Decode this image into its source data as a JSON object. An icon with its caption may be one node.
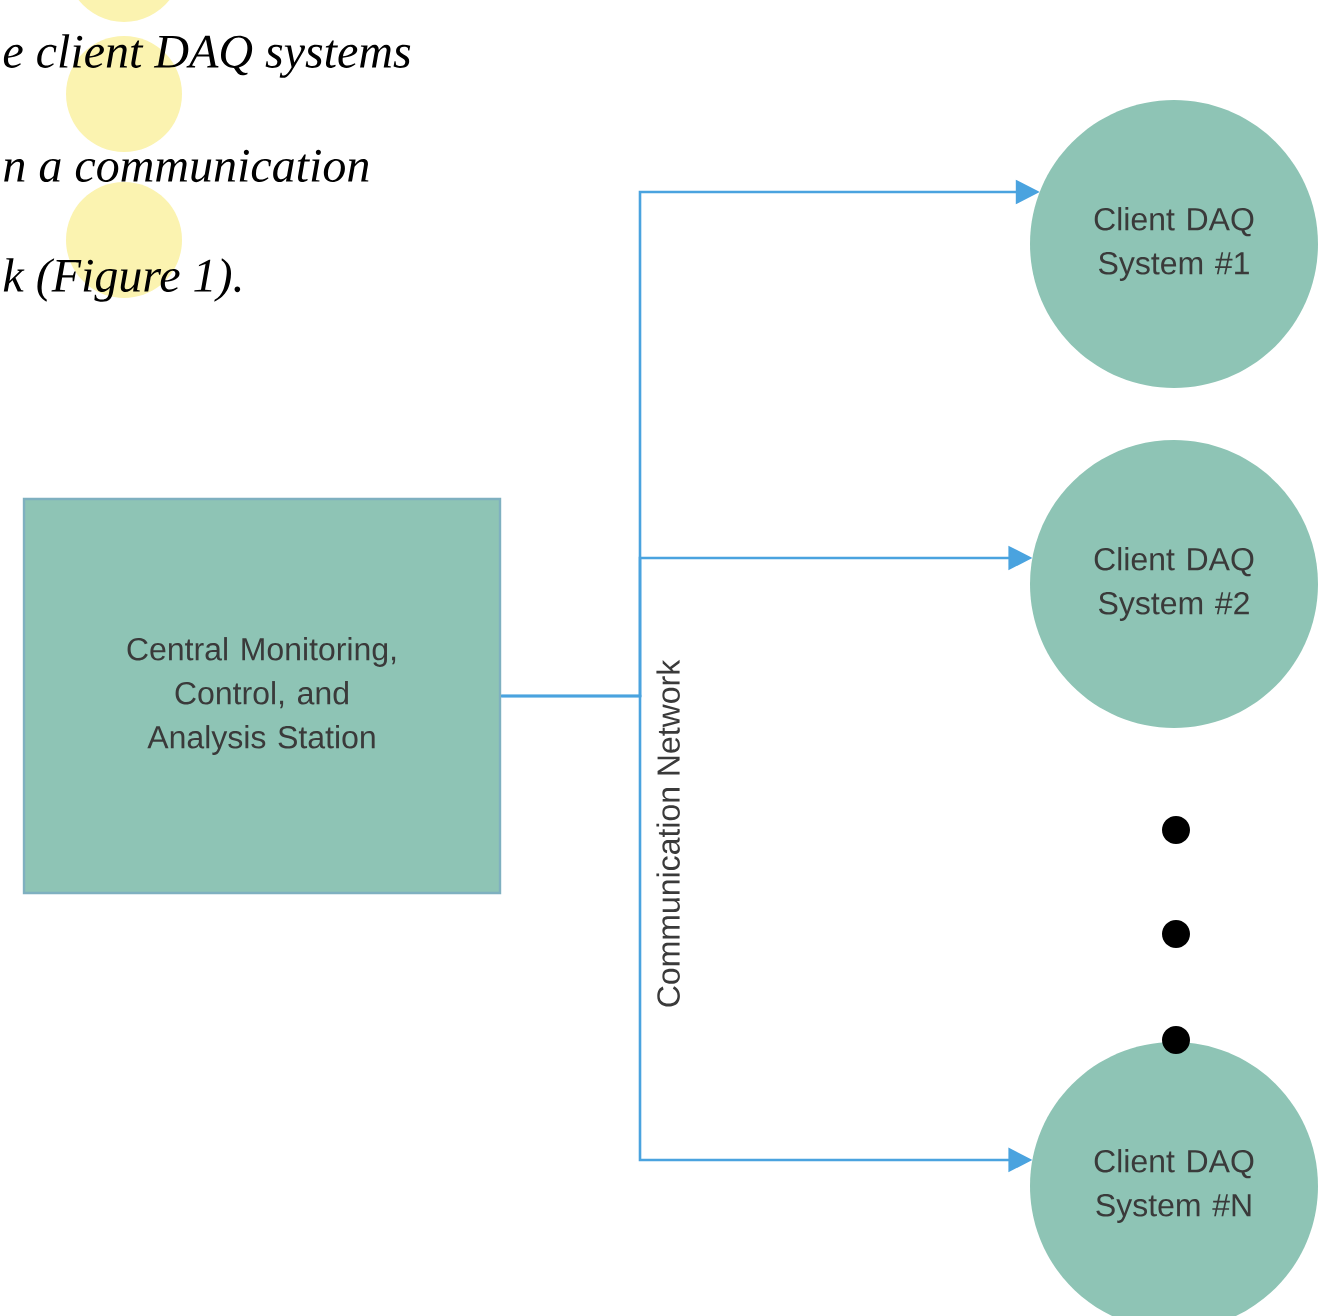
{
  "diagram": {
    "nodes": [
      {
        "text": [
          "Central Monitoring, Control, and Analysis Station"
        ]
      },
      {
        "text": [
          "Client DAQ System #1"
        ]
      },
      {
        "text": [
          "Client DAQ System #2"
        ]
      },
      {
        "text": [
          "Client DAQ System #N"
        ]
      }
    ],
    "edges": [
      {
        "from": 0,
        "to": 1,
        "arrow": "to"
      },
      {
        "from": 0,
        "to": 2,
        "arrow": "to"
      },
      {
        "from": 0,
        "to": 3,
        "arrow": "to"
      }
    ],
    "labels": [
      "e client DAQ systems",
      "n a communication",
      "k (Figure 1).",
      "Communication Network"
    ]
  }
}
